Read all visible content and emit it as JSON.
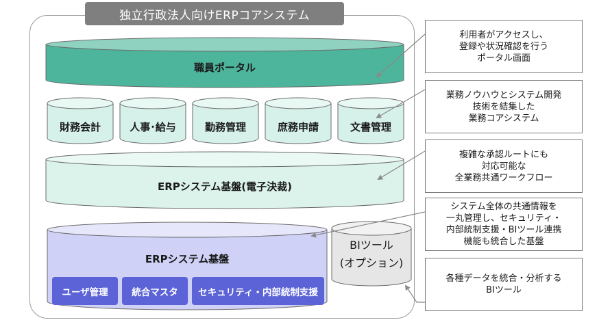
{
  "title": "独立行政法人向けERPコアシステム",
  "portal": {
    "label": "職員ポータル"
  },
  "modules": [
    {
      "label": "財務会計"
    },
    {
      "label": "人事･給与"
    },
    {
      "label": "勤務管理"
    },
    {
      "label": "庶務申請"
    },
    {
      "label": "文書管理"
    }
  ],
  "workflow": {
    "label": "ERPシステム基盤(電子決裁)"
  },
  "platform": {
    "label": "ERPシステム基盤",
    "components": [
      {
        "label": "ユーザ管理"
      },
      {
        "label": "統合マスタ"
      },
      {
        "label": "セキュリティ・内部統制支援"
      }
    ]
  },
  "bi_tool": {
    "label_line1": "BIツール",
    "label_line2": "(オプション)"
  },
  "notes": [
    {
      "text": "利用者がアクセスし、\n登録や状況確認を行う\nポータル画面"
    },
    {
      "text": "業務ノウハウとシステム開発\n技術を結集した\n業務コアシステム"
    },
    {
      "text": "複雑な承認ルートにも\n対応可能な\n全業務共通ワークフロー"
    },
    {
      "text": "システム全体の共通情報を\n一丸管理し、セキュリティ・\n内部統制支援・BIツール連携\n機能も統合した基盤"
    },
    {
      "text": "各種データを統合・分析する\nBIツール"
    }
  ],
  "colors": {
    "portal_fill": "#4eb59d",
    "portal_top": "#8fd2c0",
    "module_fill": "#d6f1ea",
    "workflow_fill": "#dcf3ec",
    "platform_fill": "#cfd1f7",
    "platform_top": "#e6e7fb",
    "component_fill": "#5b63d6",
    "bi_fill": "#e6e6e6",
    "stroke": "#6a6a6a"
  }
}
